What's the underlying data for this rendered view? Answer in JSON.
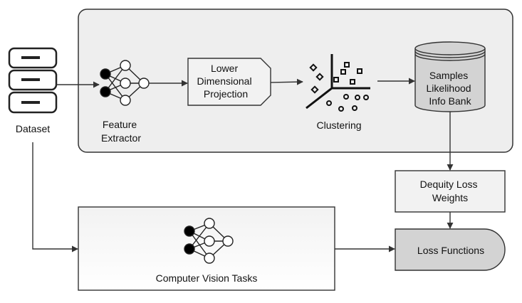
{
  "labels": {
    "dataset": "Dataset",
    "feature_extractor": [
      "Feature",
      "Extractor"
    ],
    "projection": [
      "Lower",
      "Dimensional",
      "Projection"
    ],
    "clustering": "Clustering",
    "info_bank": [
      "Samples",
      "Likelihood",
      "Info Bank"
    ],
    "dequity_weights": [
      "Dequity Loss",
      "Weights"
    ],
    "loss_functions": "Loss Functions",
    "cv_tasks": "Computer Vision Tasks"
  },
  "colors": {
    "stroke": "#333333",
    "panel_fill": "#eeeeee",
    "box_fill": "#f2f2f2",
    "dark_fill": "#d3d3d3",
    "neuron_active": "#000000",
    "neuron_idle": "#ffffff"
  },
  "icons": {
    "dataset": "database-icon",
    "network": "neural-network-icon",
    "clustering": "scatter-clusters-icon",
    "bank": "cylinder-storage-icon"
  }
}
